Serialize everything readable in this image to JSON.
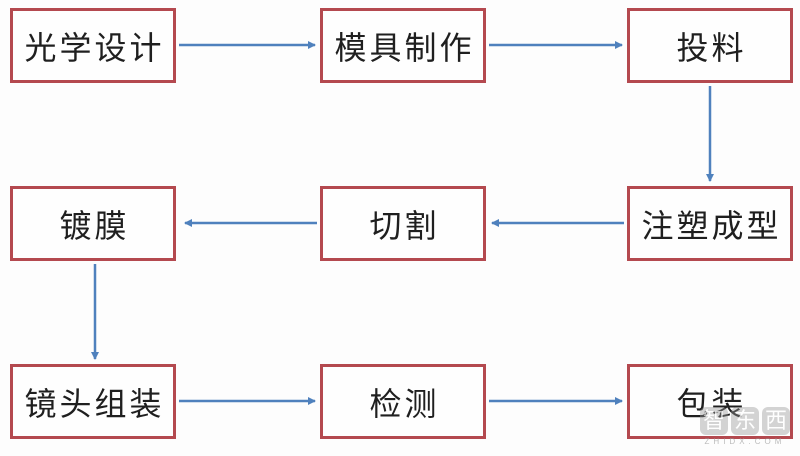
{
  "diagram": {
    "type": "flowchart",
    "description": "Lens manufacturing process flow",
    "nodes": [
      {
        "id": "optical-design",
        "label": "光学设计",
        "row": 0,
        "col": 0
      },
      {
        "id": "mold-making",
        "label": "模具制作",
        "row": 0,
        "col": 1
      },
      {
        "id": "feeding",
        "label": "投料",
        "row": 0,
        "col": 2
      },
      {
        "id": "coating",
        "label": "镀膜",
        "row": 1,
        "col": 0
      },
      {
        "id": "cutting",
        "label": "切割",
        "row": 1,
        "col": 1
      },
      {
        "id": "injection-molding",
        "label": "注塑成型",
        "row": 1,
        "col": 2
      },
      {
        "id": "lens-assembly",
        "label": "镜头组装",
        "row": 2,
        "col": 0
      },
      {
        "id": "testing",
        "label": "检测",
        "row": 2,
        "col": 1
      },
      {
        "id": "packaging",
        "label": "包装",
        "row": 2,
        "col": 2
      }
    ],
    "edges": [
      {
        "from": "光学设计",
        "to": "模具制作",
        "direction": "right"
      },
      {
        "from": "模具制作",
        "to": "投料",
        "direction": "right"
      },
      {
        "from": "投料",
        "to": "注塑成型",
        "direction": "down"
      },
      {
        "from": "注塑成型",
        "to": "切割",
        "direction": "left"
      },
      {
        "from": "切割",
        "to": "镀膜",
        "direction": "left"
      },
      {
        "from": "镀膜",
        "to": "镜头组装",
        "direction": "down"
      },
      {
        "from": "镜头组装",
        "to": "检测",
        "direction": "right"
      },
      {
        "from": "检测",
        "to": "包装",
        "direction": "right"
      }
    ],
    "colors": {
      "box_border": "#b4494f",
      "box_fill": "#fefefe",
      "arrow": "#4f81bd",
      "text": "#1f1f1f"
    }
  },
  "watermark": {
    "tiles": [
      "智",
      "东",
      "西"
    ],
    "subtext": "zhidx.com"
  }
}
